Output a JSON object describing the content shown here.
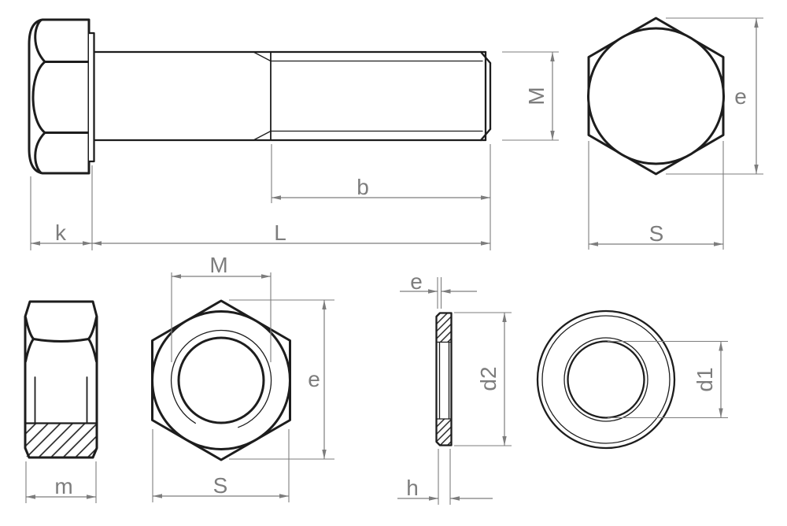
{
  "colors": {
    "outline": "#1d1d1d",
    "dimension": "#7d7d7d",
    "background": "#ffffff"
  },
  "views": {
    "bolt_side": {
      "dims": {
        "head_height": "k",
        "length": "L",
        "thread_length": "b",
        "diameter": "M"
      }
    },
    "bolt_head_front": {
      "dims": {
        "width_across_corners": "e",
        "width_across_flats": "S"
      }
    },
    "nut_side": {
      "dims": {
        "height": "m"
      }
    },
    "nut_front": {
      "dims": {
        "thread_diameter": "M",
        "width_across_corners": "e",
        "width_across_flats": "S"
      }
    },
    "washer_side": {
      "dims": {
        "chamfer_width": "e",
        "outer_diameter": "d2",
        "thickness": "h"
      }
    },
    "washer_front": {
      "dims": {
        "inner_diameter": "d1"
      }
    }
  }
}
